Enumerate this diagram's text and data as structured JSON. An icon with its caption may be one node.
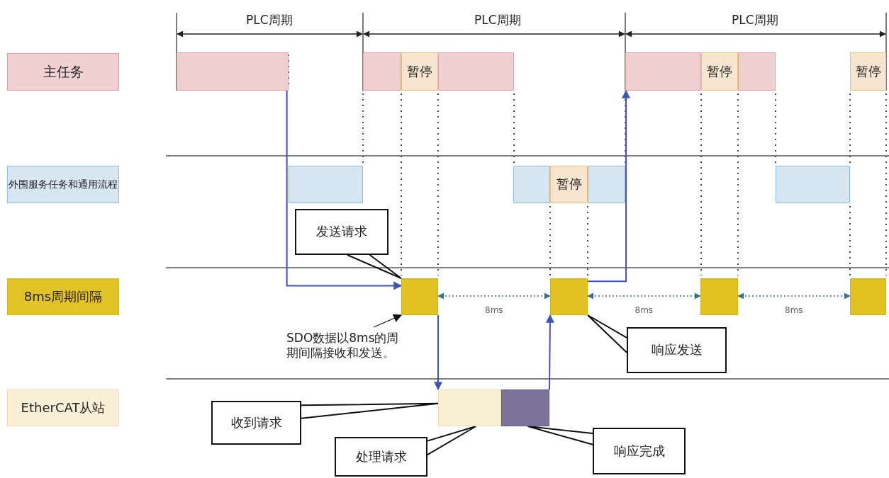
{
  "diagram": {
    "nodes": [
      {
        "text": [
          "主任务"
        ]
      },
      {
        "text": [
          "外围服务任务和通用流程"
        ]
      },
      {
        "text": [
          "8ms周期间隔"
        ]
      },
      {
        "text": [
          "EtherCAT从站"
        ]
      },
      {
        "text": [],
        "shape": "bar"
      },
      {
        "text": [],
        "shape": "bar"
      },
      {
        "text": [
          "暂停"
        ]
      },
      {
        "text": [],
        "shape": "bar"
      },
      {
        "text": [],
        "shape": "bar"
      },
      {
        "text": [
          "暂停"
        ]
      },
      {
        "text": [],
        "shape": "bar"
      },
      {
        "text": [
          "暂停"
        ]
      },
      {
        "text": [],
        "shape": "bar"
      },
      {
        "text": [],
        "shape": "bar"
      },
      {
        "text": [
          "暂停"
        ]
      },
      {
        "text": [],
        "shape": "bar"
      },
      {
        "text": [],
        "shape": "bar"
      },
      {
        "text": [],
        "shape": "box"
      },
      {
        "text": [],
        "shape": "box"
      },
      {
        "text": [],
        "shape": "box"
      },
      {
        "text": [],
        "shape": "box"
      },
      {
        "text": [],
        "shape": "box"
      },
      {
        "text": [],
        "shape": "box"
      },
      {
        "text": [
          "发送请求"
        ]
      },
      {
        "text": [
          "SDO数据以8ms的周期间隔接收和发送。"
        ]
      },
      {
        "text": [
          "响应发送"
        ]
      },
      {
        "text": [
          "收到请求"
        ]
      },
      {
        "text": [
          "处理请求"
        ]
      },
      {
        "text": [
          "响应完成"
        ]
      }
    ],
    "edges": [
      {
        "from": 4,
        "to": 17,
        "arrow": "to",
        "color": "#3d55b3"
      },
      {
        "from": 17,
        "to": 21,
        "arrow": "to",
        "color": "#3d55b3"
      },
      {
        "from": 22,
        "to": 18,
        "arrow": "to",
        "color": "#3d55b3"
      },
      {
        "from": 18,
        "to": 8,
        "arrow": "to",
        "color": "#3d55b3"
      },
      {
        "from": 23,
        "to": 17,
        "arrow": "none"
      },
      {
        "from": 24,
        "to": 17,
        "arrow": "to"
      },
      {
        "from": 25,
        "to": 18,
        "arrow": "none"
      },
      {
        "from": 26,
        "to": 21,
        "arrow": "none"
      },
      {
        "from": 27,
        "to": 21,
        "arrow": "none"
      },
      {
        "from": 28,
        "to": 22,
        "arrow": "none"
      },
      {
        "from": 17,
        "to": 18,
        "arrow": "both",
        "style": "dashed",
        "color": "#3b6f8f",
        "label": "8ms"
      },
      {
        "from": 18,
        "to": 19,
        "arrow": "both",
        "style": "dashed",
        "color": "#3b6f8f",
        "label": "8ms"
      },
      {
        "from": 19,
        "to": 20,
        "arrow": "both",
        "style": "dashed",
        "color": "#3b6f8f",
        "label": "8ms"
      }
    ],
    "labels": [
      "PLC周期",
      "PLC周期",
      "PLC周期"
    ]
  }
}
